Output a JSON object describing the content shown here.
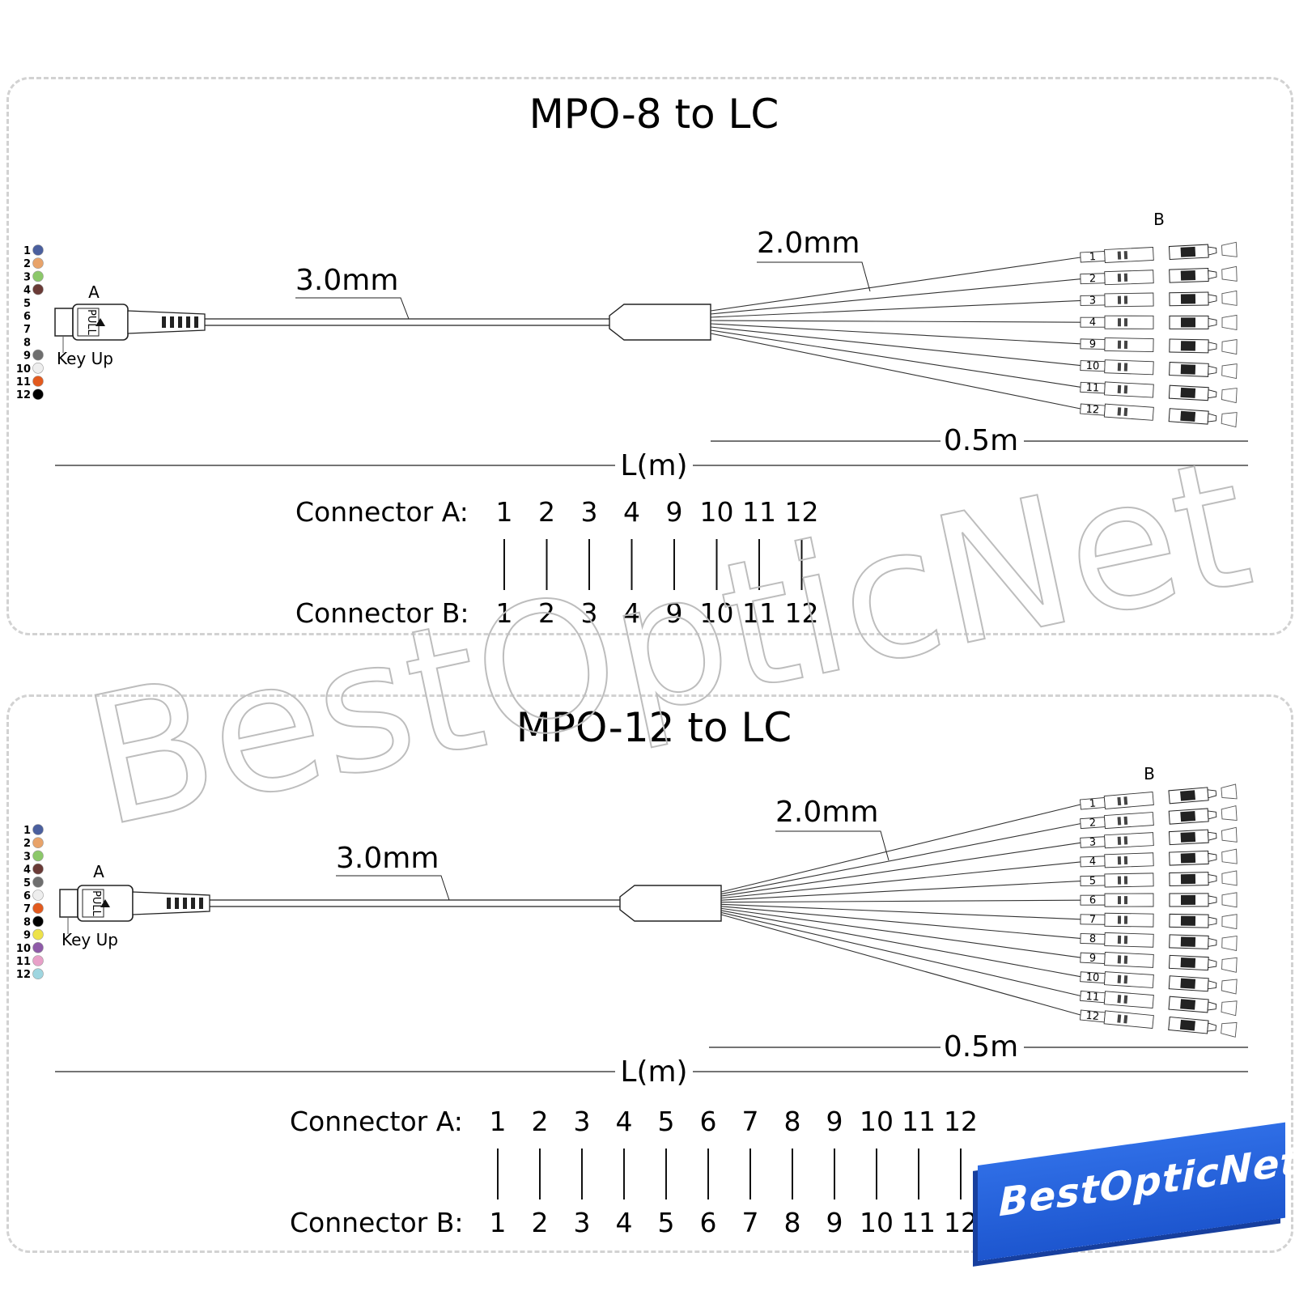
{
  "diagrams": [
    {
      "title": "MPO-8 to LC",
      "connector_a_label": "A",
      "connector_b_label": "B",
      "key_up_label": "Key Up",
      "pull_label": "PULL",
      "trunk_diameter": "3.0mm",
      "breakout_diameter": "2.0mm",
      "breakout_length": "0.5m",
      "total_length": "L(m)",
      "fiber_colors": [
        {
          "num": "1",
          "color": "#4a5f9e"
        },
        {
          "num": "2",
          "color": "#e8a36a"
        },
        {
          "num": "3",
          "color": "#8cc86a"
        },
        {
          "num": "4",
          "color": "#6a3a36"
        },
        {
          "num": "5",
          "color": ""
        },
        {
          "num": "6",
          "color": ""
        },
        {
          "num": "7",
          "color": ""
        },
        {
          "num": "8",
          "color": ""
        },
        {
          "num": "9",
          "color": "#6e6e6e"
        },
        {
          "num": "10",
          "color": "#eeeeee"
        },
        {
          "num": "11",
          "color": "#e25a1e"
        },
        {
          "num": "12",
          "color": "#000000"
        }
      ],
      "lc_labels": [
        "1",
        "2",
        "3",
        "4",
        "9",
        "10",
        "11",
        "12"
      ],
      "pinout": {
        "a_label": "Connector A:",
        "b_label": "Connector B:",
        "a_pins": [
          "1",
          "2",
          "3",
          "4",
          "9",
          "10",
          "11",
          "12"
        ],
        "b_pins": [
          "1",
          "2",
          "3",
          "4",
          "9",
          "10",
          "11",
          "12"
        ]
      }
    },
    {
      "title": "MPO-12 to LC",
      "connector_a_label": "A",
      "connector_b_label": "B",
      "key_up_label": "Key Up",
      "pull_label": "PULL",
      "trunk_diameter": "3.0mm",
      "breakout_diameter": "2.0mm",
      "breakout_length": "0.5m",
      "total_length": "L(m)",
      "fiber_colors": [
        {
          "num": "1",
          "color": "#4a5f9e"
        },
        {
          "num": "2",
          "color": "#e8a36a"
        },
        {
          "num": "3",
          "color": "#8cc86a"
        },
        {
          "num": "4",
          "color": "#6a3a36"
        },
        {
          "num": "5",
          "color": "#6e6e6e"
        },
        {
          "num": "6",
          "color": "#eeeeee"
        },
        {
          "num": "7",
          "color": "#e25a1e"
        },
        {
          "num": "8",
          "color": "#000000"
        },
        {
          "num": "9",
          "color": "#ede24a"
        },
        {
          "num": "10",
          "color": "#8e5aa8"
        },
        {
          "num": "11",
          "color": "#e8a0c8"
        },
        {
          "num": "12",
          "color": "#9fd6e0"
        }
      ],
      "lc_labels": [
        "1",
        "2",
        "3",
        "4",
        "5",
        "6",
        "7",
        "8",
        "9",
        "10",
        "11",
        "12"
      ],
      "pinout": {
        "a_label": "Connector A:",
        "b_label": "Connector B:",
        "a_pins": [
          "1",
          "2",
          "3",
          "4",
          "5",
          "6",
          "7",
          "8",
          "9",
          "10",
          "11",
          "12"
        ],
        "b_pins": [
          "1",
          "2",
          "3",
          "4",
          "5",
          "6",
          "7",
          "8",
          "9",
          "10",
          "11",
          "12"
        ]
      }
    }
  ],
  "watermark": "BestOpticNet",
  "badge": "BestOpticNet"
}
